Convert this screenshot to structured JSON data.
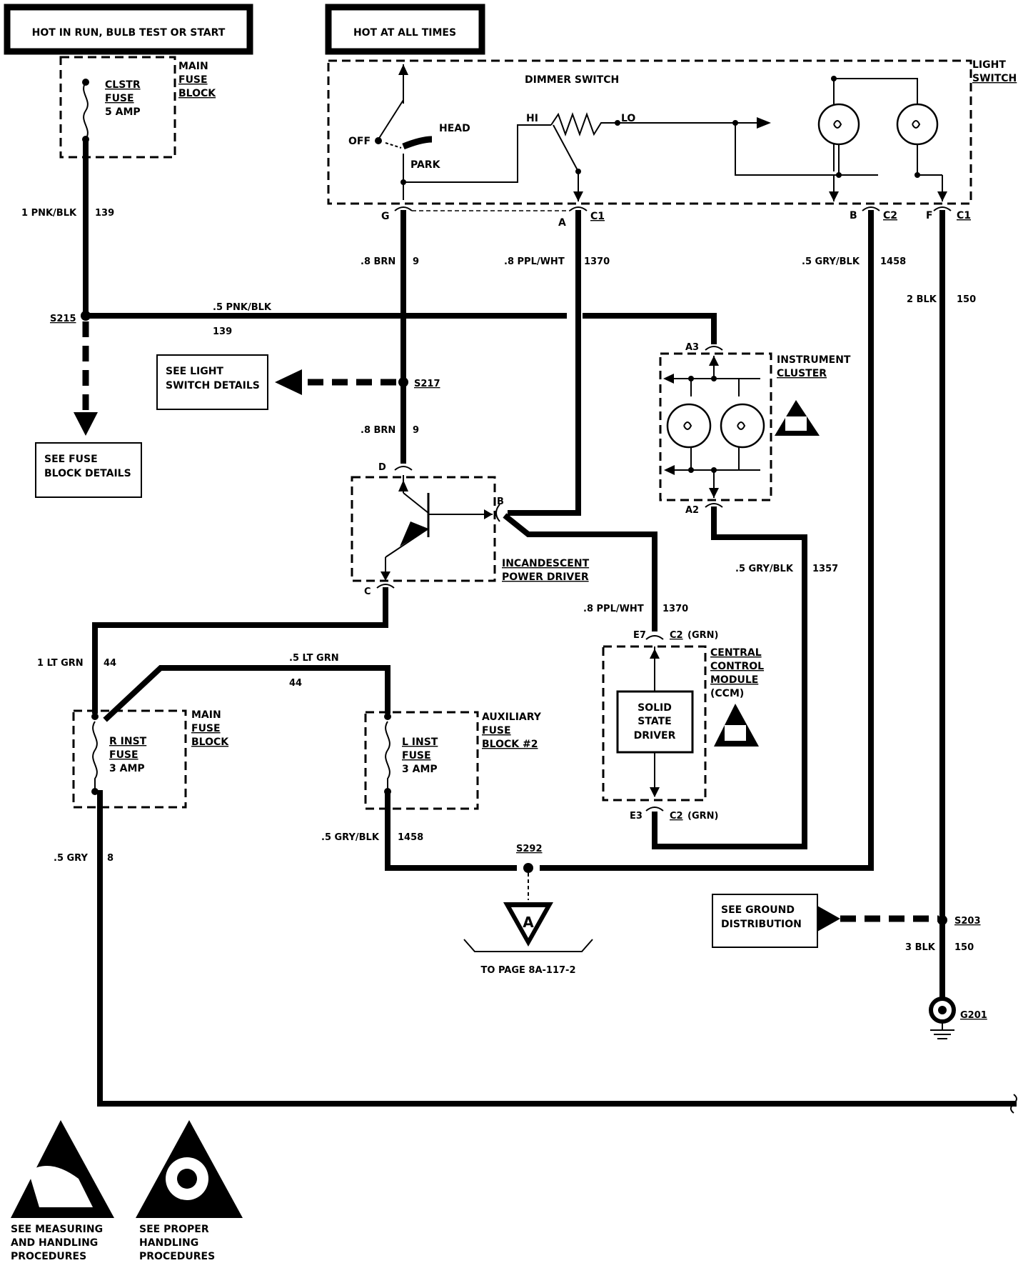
{
  "headers": {
    "hot_run": "HOT IN RUN, BULB TEST OR START",
    "hot_all": "HOT AT ALL TIMES"
  },
  "clstr_fuse": {
    "line1": "CLSTR",
    "line2": "FUSE",
    "line3": "5 AMP"
  },
  "main_fuse_block_top": {
    "line1": "MAIN",
    "line2": "FUSE",
    "line3": "BLOCK"
  },
  "light_switch": {
    "label1": "LIGHT",
    "label2": "SWITCH",
    "dimmer": "DIMMER SWITCH",
    "off": "OFF",
    "head": "HEAD",
    "park": "PARK",
    "hi": "HI",
    "lo": "LO"
  },
  "terminals": {
    "g": "G",
    "a": "A",
    "c1": "C1",
    "b": "B",
    "c2": "C2",
    "f": "F",
    "c1b": "C1",
    "a3": "A3",
    "a2": "A2",
    "d": "D",
    "tb": "B",
    "tc": "C",
    "e7": "E7",
    "e7c": "C2",
    "e7g": "(GRN)",
    "e3": "E3",
    "e3c": "C2",
    "e3g": "(GRN)"
  },
  "wires": {
    "w1_color": "1 PNK/BLK",
    "w1_num": "139",
    "w2_color": ".8 BRN",
    "w2_num": "9",
    "w3_color": ".8 PPL/WHT",
    "w3_num": "1370",
    "w4_color": ".5 GRY/BLK",
    "w4_num": "1458",
    "w5_color": "2 BLK",
    "w5_num": "150",
    "w6_color": ".5 PNK/BLK",
    "w6_num": "139",
    "w7_color": ".8 BRN",
    "w7_num": "9",
    "w8_color": ".5 GRY/BLK",
    "w8_num": "1357",
    "w9_color": ".8 PPL/WHT",
    "w9_num": "1370",
    "w10_color": "1 LT GRN",
    "w10_num": "44",
    "w11_color": ".5 LT GRN",
    "w11_num": "44",
    "w12_color": ".5 GRY",
    "w12_num": "8",
    "w13_color": ".5 GRY/BLK",
    "w13_num": "1458",
    "w14_color": "3 BLK",
    "w14_num": "150"
  },
  "splices": {
    "s215": "S215",
    "s217": "S217",
    "s292": "S292",
    "s203": "S203",
    "g201": "G201"
  },
  "refs": {
    "light_details1": "SEE LIGHT",
    "light_details2": "SWITCH DETAILS",
    "fuse_details1": "SEE FUSE",
    "fuse_details2": "BLOCK DETAILS",
    "ground1": "SEE GROUND",
    "ground2": "DISTRIBUTION",
    "offpage_letter": "A",
    "offpage_text": "TO PAGE 8A-117-2"
  },
  "instrument_cluster": {
    "line1": "INSTRUMENT",
    "line2": "CLUSTER"
  },
  "power_driver": {
    "line1": "INCANDESCENT",
    "line2": "POWER DRIVER"
  },
  "ccm": {
    "line1": "CENTRAL",
    "line2": "CONTROL",
    "line3": "MODULE",
    "line4": "(CCM)",
    "inner1": "SOLID",
    "inner2": "STATE",
    "inner3": "DRIVER"
  },
  "r_inst_fuse": {
    "line1": "R INST",
    "line2": "FUSE",
    "line3": "3 AMP"
  },
  "main_fuse_block_bottom": {
    "line1": "MAIN",
    "line2": "FUSE",
    "line3": "BLOCK"
  },
  "l_inst_fuse": {
    "line1": "L INST",
    "line2": "FUSE",
    "line3": "3 AMP"
  },
  "aux_fuse_block": {
    "line1": "AUXILIARY",
    "line2": "FUSE",
    "line3": "BLOCK #2"
  },
  "esd_notes": {
    "left1": "SEE MEASURING",
    "left2": "AND HANDLING",
    "left3": "PROCEDURES",
    "right1": "SEE PROPER",
    "right2": "HANDLING",
    "right3": "PROCEDURES"
  }
}
